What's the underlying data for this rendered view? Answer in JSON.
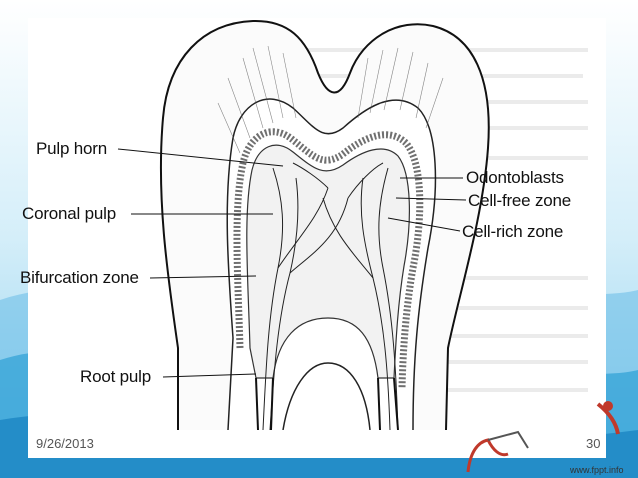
{
  "labels": {
    "pulp_horn": "Pulp horn",
    "coronal_pulp": "Coronal pulp",
    "bifurcation_zone": "Bifurcation zone",
    "root_pulp": "Root pulp",
    "odontoblasts": "Odontoblasts",
    "cell_free_zone": "Cell-free zone",
    "cell_rich_zone": "Cell-rich zone"
  },
  "footer": {
    "date": "9/26/2013",
    "page": "30",
    "brand": "www.fppt.info"
  },
  "colors": {
    "background_blue": "#b9e4f4",
    "wave_blue": "#2e9fd6",
    "ink": "#111111"
  }
}
